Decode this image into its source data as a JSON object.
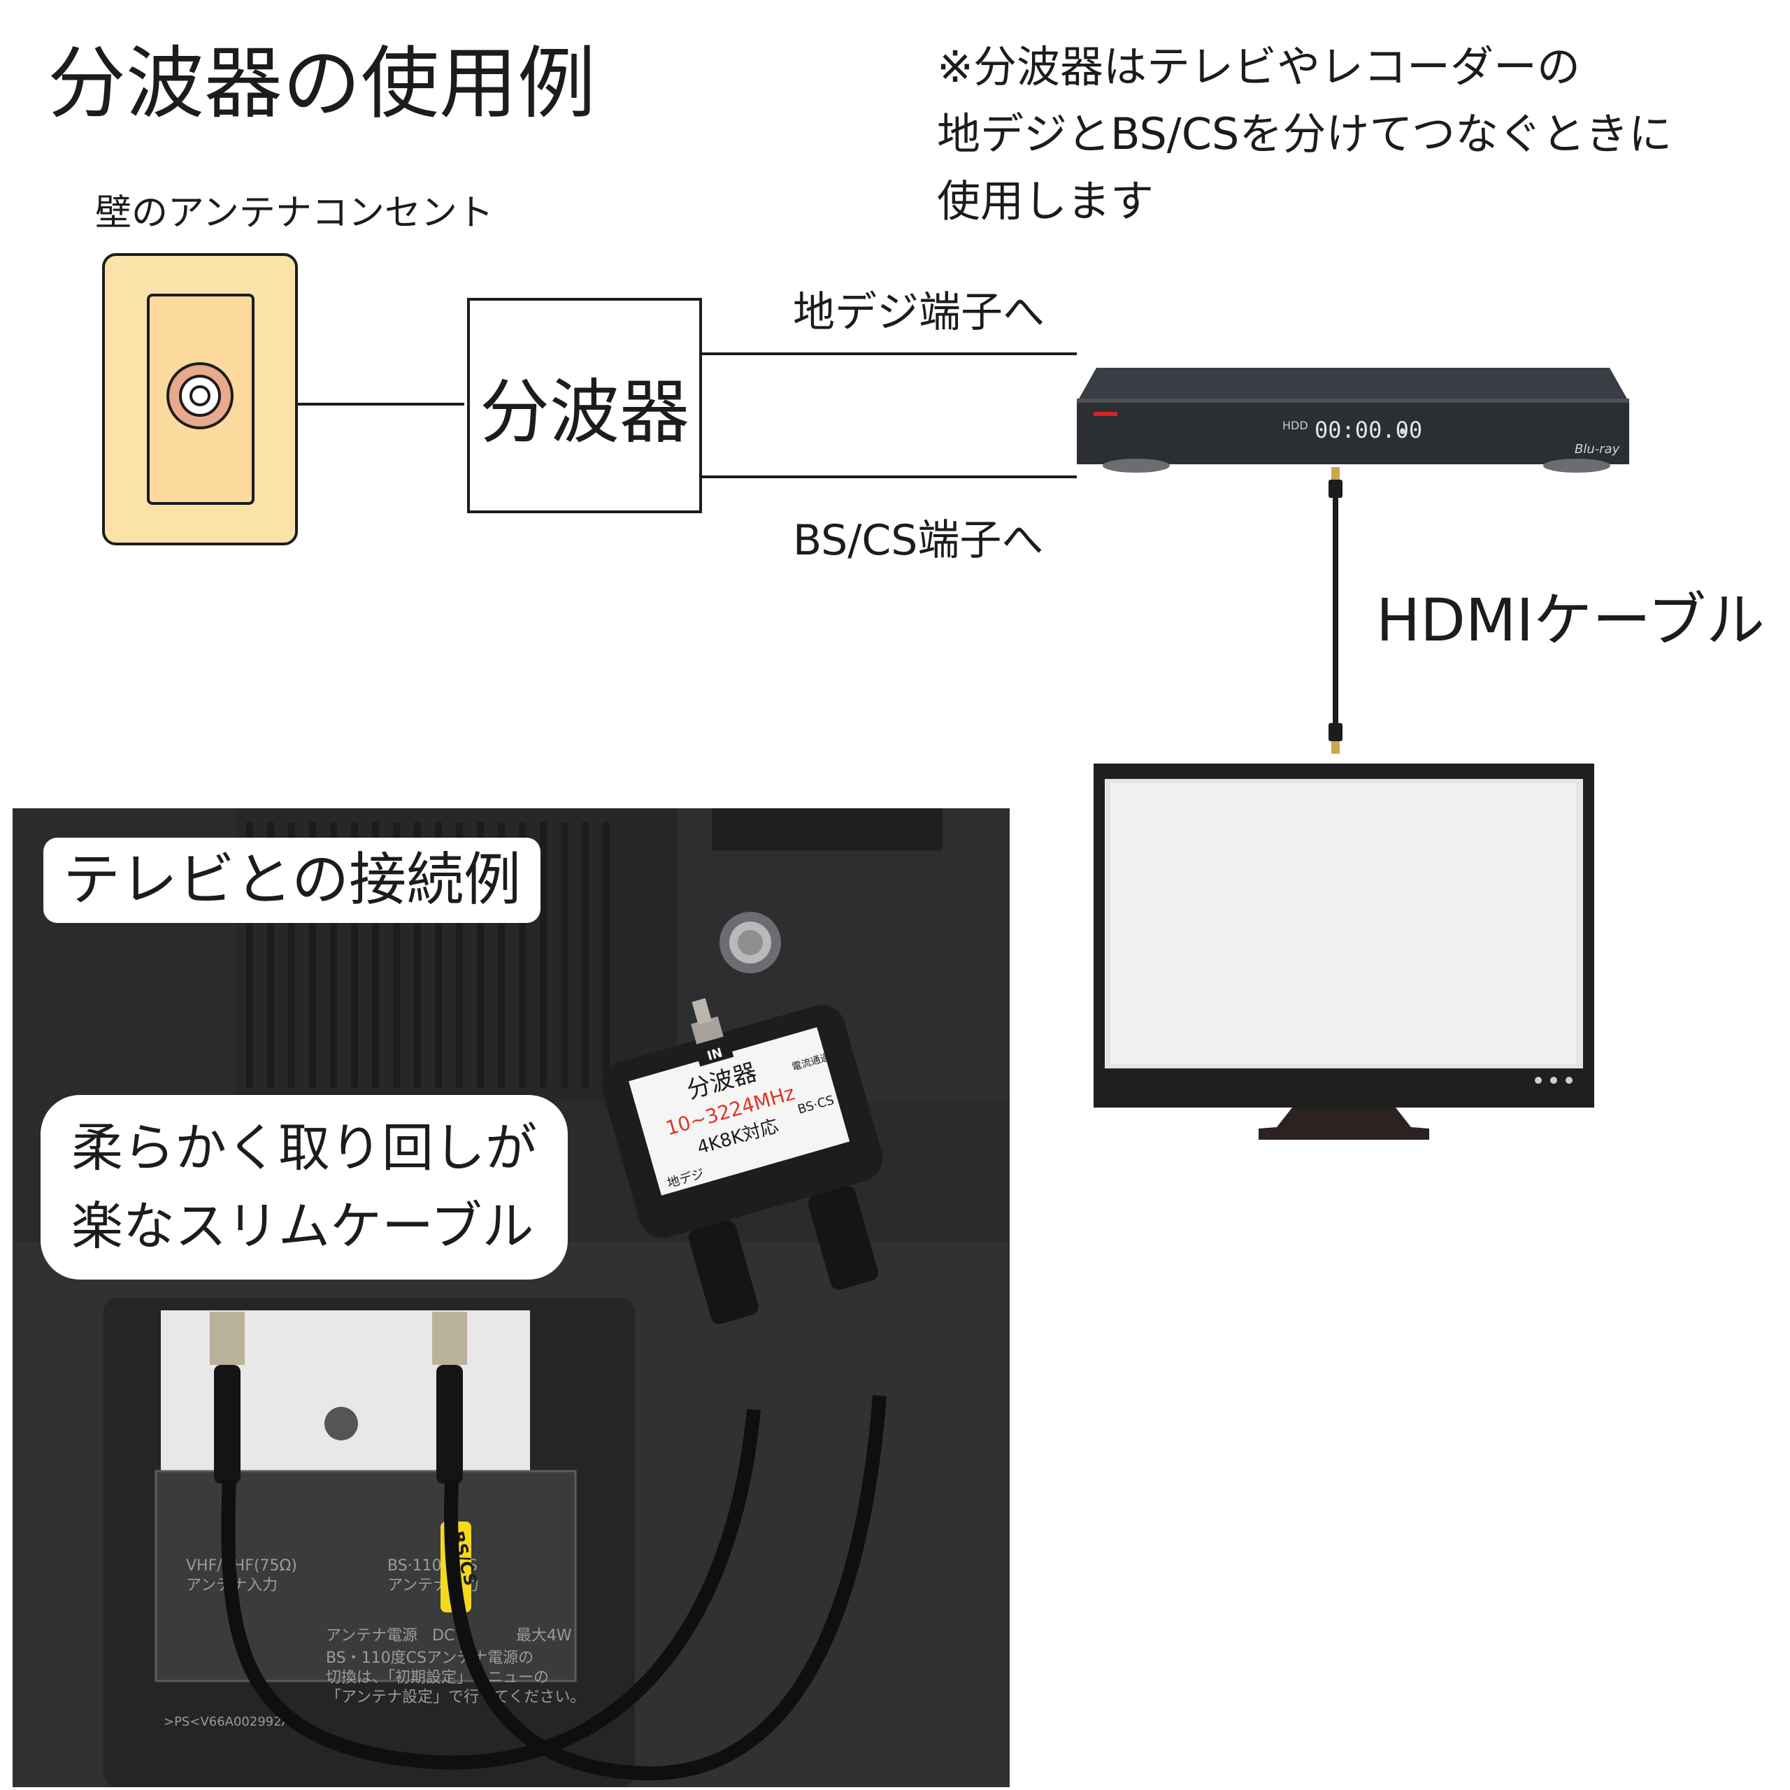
{
  "title": "分波器の使用例",
  "note_lines": [
    "※分波器はテレビやレコーダーの",
    "地デジとBS/CSを分けてつなぐときに",
    "使用します"
  ],
  "wall_outlet_label": "壁のアンテナコンセント",
  "splitter_label": "分波器",
  "terrestrial_label": "地デジ端子へ",
  "bscs_label": "BS/CS端子へ",
  "hdmi_label": "HDMIケーブル",
  "recorder": {
    "hdd": "HDD",
    "time": "00:00.00",
    "brand": "Blu-ray"
  },
  "photo": {
    "caption_tv": "テレビとの接続例",
    "caption_cable": [
      "柔らかく取り回しが",
      "楽なスリムケーブル"
    ],
    "device": {
      "in": "IN",
      "name": "分波器",
      "freq": "10~3224MHz",
      "support": "4K8K対応",
      "out_terrestrial": "地デジ",
      "out_bscs": "BS·CS",
      "power": "電流通過"
    },
    "cable_tag": "BS/CS",
    "panel": {
      "left_port": "VHF/UHF(75Ω)",
      "left_port2": "アンテナ入力",
      "right_port": "BS·110度CS",
      "right_port2": "アンテナ入力",
      "power_label": "アンテナ電源",
      "dc": "DC",
      "max": "最大4W",
      "text1": "BS・110度CSアンテナ電源の",
      "text2": "切換は、「初期設定」メニューの",
      "text3": "「アンテナ設定」で行ってください。",
      "code": ">PS<V66A002992A0"
    }
  },
  "colors": {
    "outlet_fill": "#fbe2a8",
    "outlet_border": "#1c1c1c",
    "connector": "#e8a98c",
    "cable_yellow": "#f5d91c",
    "freq_red": "#e0342b"
  }
}
